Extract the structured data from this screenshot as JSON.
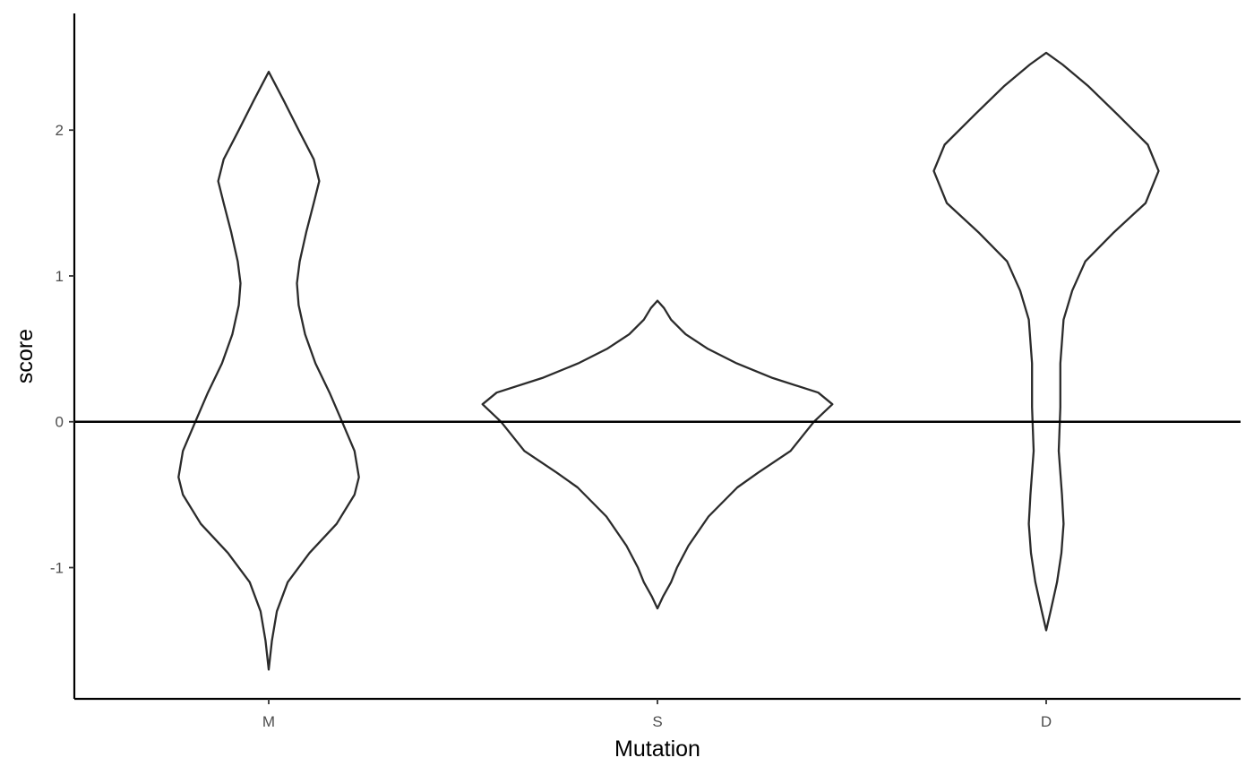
{
  "chart_data": {
    "type": "violin",
    "xlabel": "Mutation",
    "ylabel": "score",
    "categories": [
      "M",
      "S",
      "D"
    ],
    "yticks": [
      -1,
      0,
      1,
      2
    ],
    "ylim": [
      -1.9,
      2.8
    ],
    "reference_line": 0,
    "grid": false,
    "colors": {
      "outline": "#2b2b2b",
      "fill": "#ffffff",
      "axis": "#000000"
    },
    "violins": [
      {
        "category": "M",
        "min": -1.7,
        "max": 2.4,
        "profile": [
          [
            -1.7,
            0.0
          ],
          [
            -1.5,
            0.006
          ],
          [
            -1.3,
            0.015
          ],
          [
            -1.1,
            0.035
          ],
          [
            -0.9,
            0.075
          ],
          [
            -0.7,
            0.125
          ],
          [
            -0.5,
            0.158
          ],
          [
            -0.38,
            0.166
          ],
          [
            -0.2,
            0.158
          ],
          [
            0.0,
            0.135
          ],
          [
            0.2,
            0.112
          ],
          [
            0.4,
            0.086
          ],
          [
            0.6,
            0.067
          ],
          [
            0.8,
            0.055
          ],
          [
            0.95,
            0.052
          ],
          [
            1.1,
            0.057
          ],
          [
            1.3,
            0.069
          ],
          [
            1.5,
            0.083
          ],
          [
            1.65,
            0.093
          ],
          [
            1.8,
            0.083
          ],
          [
            2.0,
            0.055
          ],
          [
            2.2,
            0.028
          ],
          [
            2.35,
            0.007
          ],
          [
            2.4,
            0.0
          ]
        ]
      },
      {
        "category": "S",
        "min": -1.28,
        "max": 0.83,
        "profile": [
          [
            -1.28,
            0.0
          ],
          [
            -1.2,
            0.01
          ],
          [
            -1.1,
            0.025
          ],
          [
            -1.0,
            0.036
          ],
          [
            -0.85,
            0.057
          ],
          [
            -0.65,
            0.094
          ],
          [
            -0.45,
            0.147
          ],
          [
            -0.35,
            0.185
          ],
          [
            -0.2,
            0.245
          ],
          [
            0.0,
            0.288
          ],
          [
            0.12,
            0.322
          ],
          [
            0.2,
            0.296
          ],
          [
            0.3,
            0.212
          ],
          [
            0.4,
            0.146
          ],
          [
            0.5,
            0.093
          ],
          [
            0.6,
            0.052
          ],
          [
            0.7,
            0.025
          ],
          [
            0.78,
            0.012
          ],
          [
            0.83,
            0.0
          ]
        ]
      },
      {
        "category": "D",
        "min": -1.43,
        "max": 2.53,
        "profile": [
          [
            -1.43,
            0.0
          ],
          [
            -1.3,
            0.008
          ],
          [
            -1.1,
            0.02
          ],
          [
            -0.9,
            0.028
          ],
          [
            -0.7,
            0.032
          ],
          [
            -0.5,
            0.029
          ],
          [
            -0.2,
            0.023
          ],
          [
            0.1,
            0.026
          ],
          [
            0.4,
            0.026
          ],
          [
            0.7,
            0.032
          ],
          [
            0.9,
            0.048
          ],
          [
            1.1,
            0.072
          ],
          [
            1.3,
            0.125
          ],
          [
            1.5,
            0.183
          ],
          [
            1.72,
            0.207
          ],
          [
            1.9,
            0.187
          ],
          [
            2.1,
            0.133
          ],
          [
            2.3,
            0.078
          ],
          [
            2.45,
            0.03
          ],
          [
            2.53,
            0.0
          ]
        ]
      }
    ]
  }
}
